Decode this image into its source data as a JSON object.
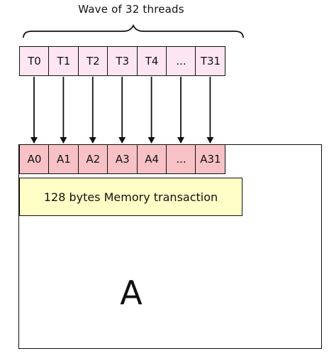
{
  "title": "Wave of 32 threads",
  "threads": [
    "T0",
    "T1",
    "T2",
    "T3",
    "T4",
    "...",
    "T31"
  ],
  "addresses": [
    "A0",
    "A1",
    "A2",
    "A3",
    "A4",
    "...",
    "A31"
  ],
  "transaction_label": "128 bytes Memory transaction",
  "region_label": "A",
  "colors": {
    "thread_fill": "#fde6f1",
    "address_fill": "#f7c1c5",
    "transaction_fill": "#fffec6",
    "stroke": "#111111"
  }
}
